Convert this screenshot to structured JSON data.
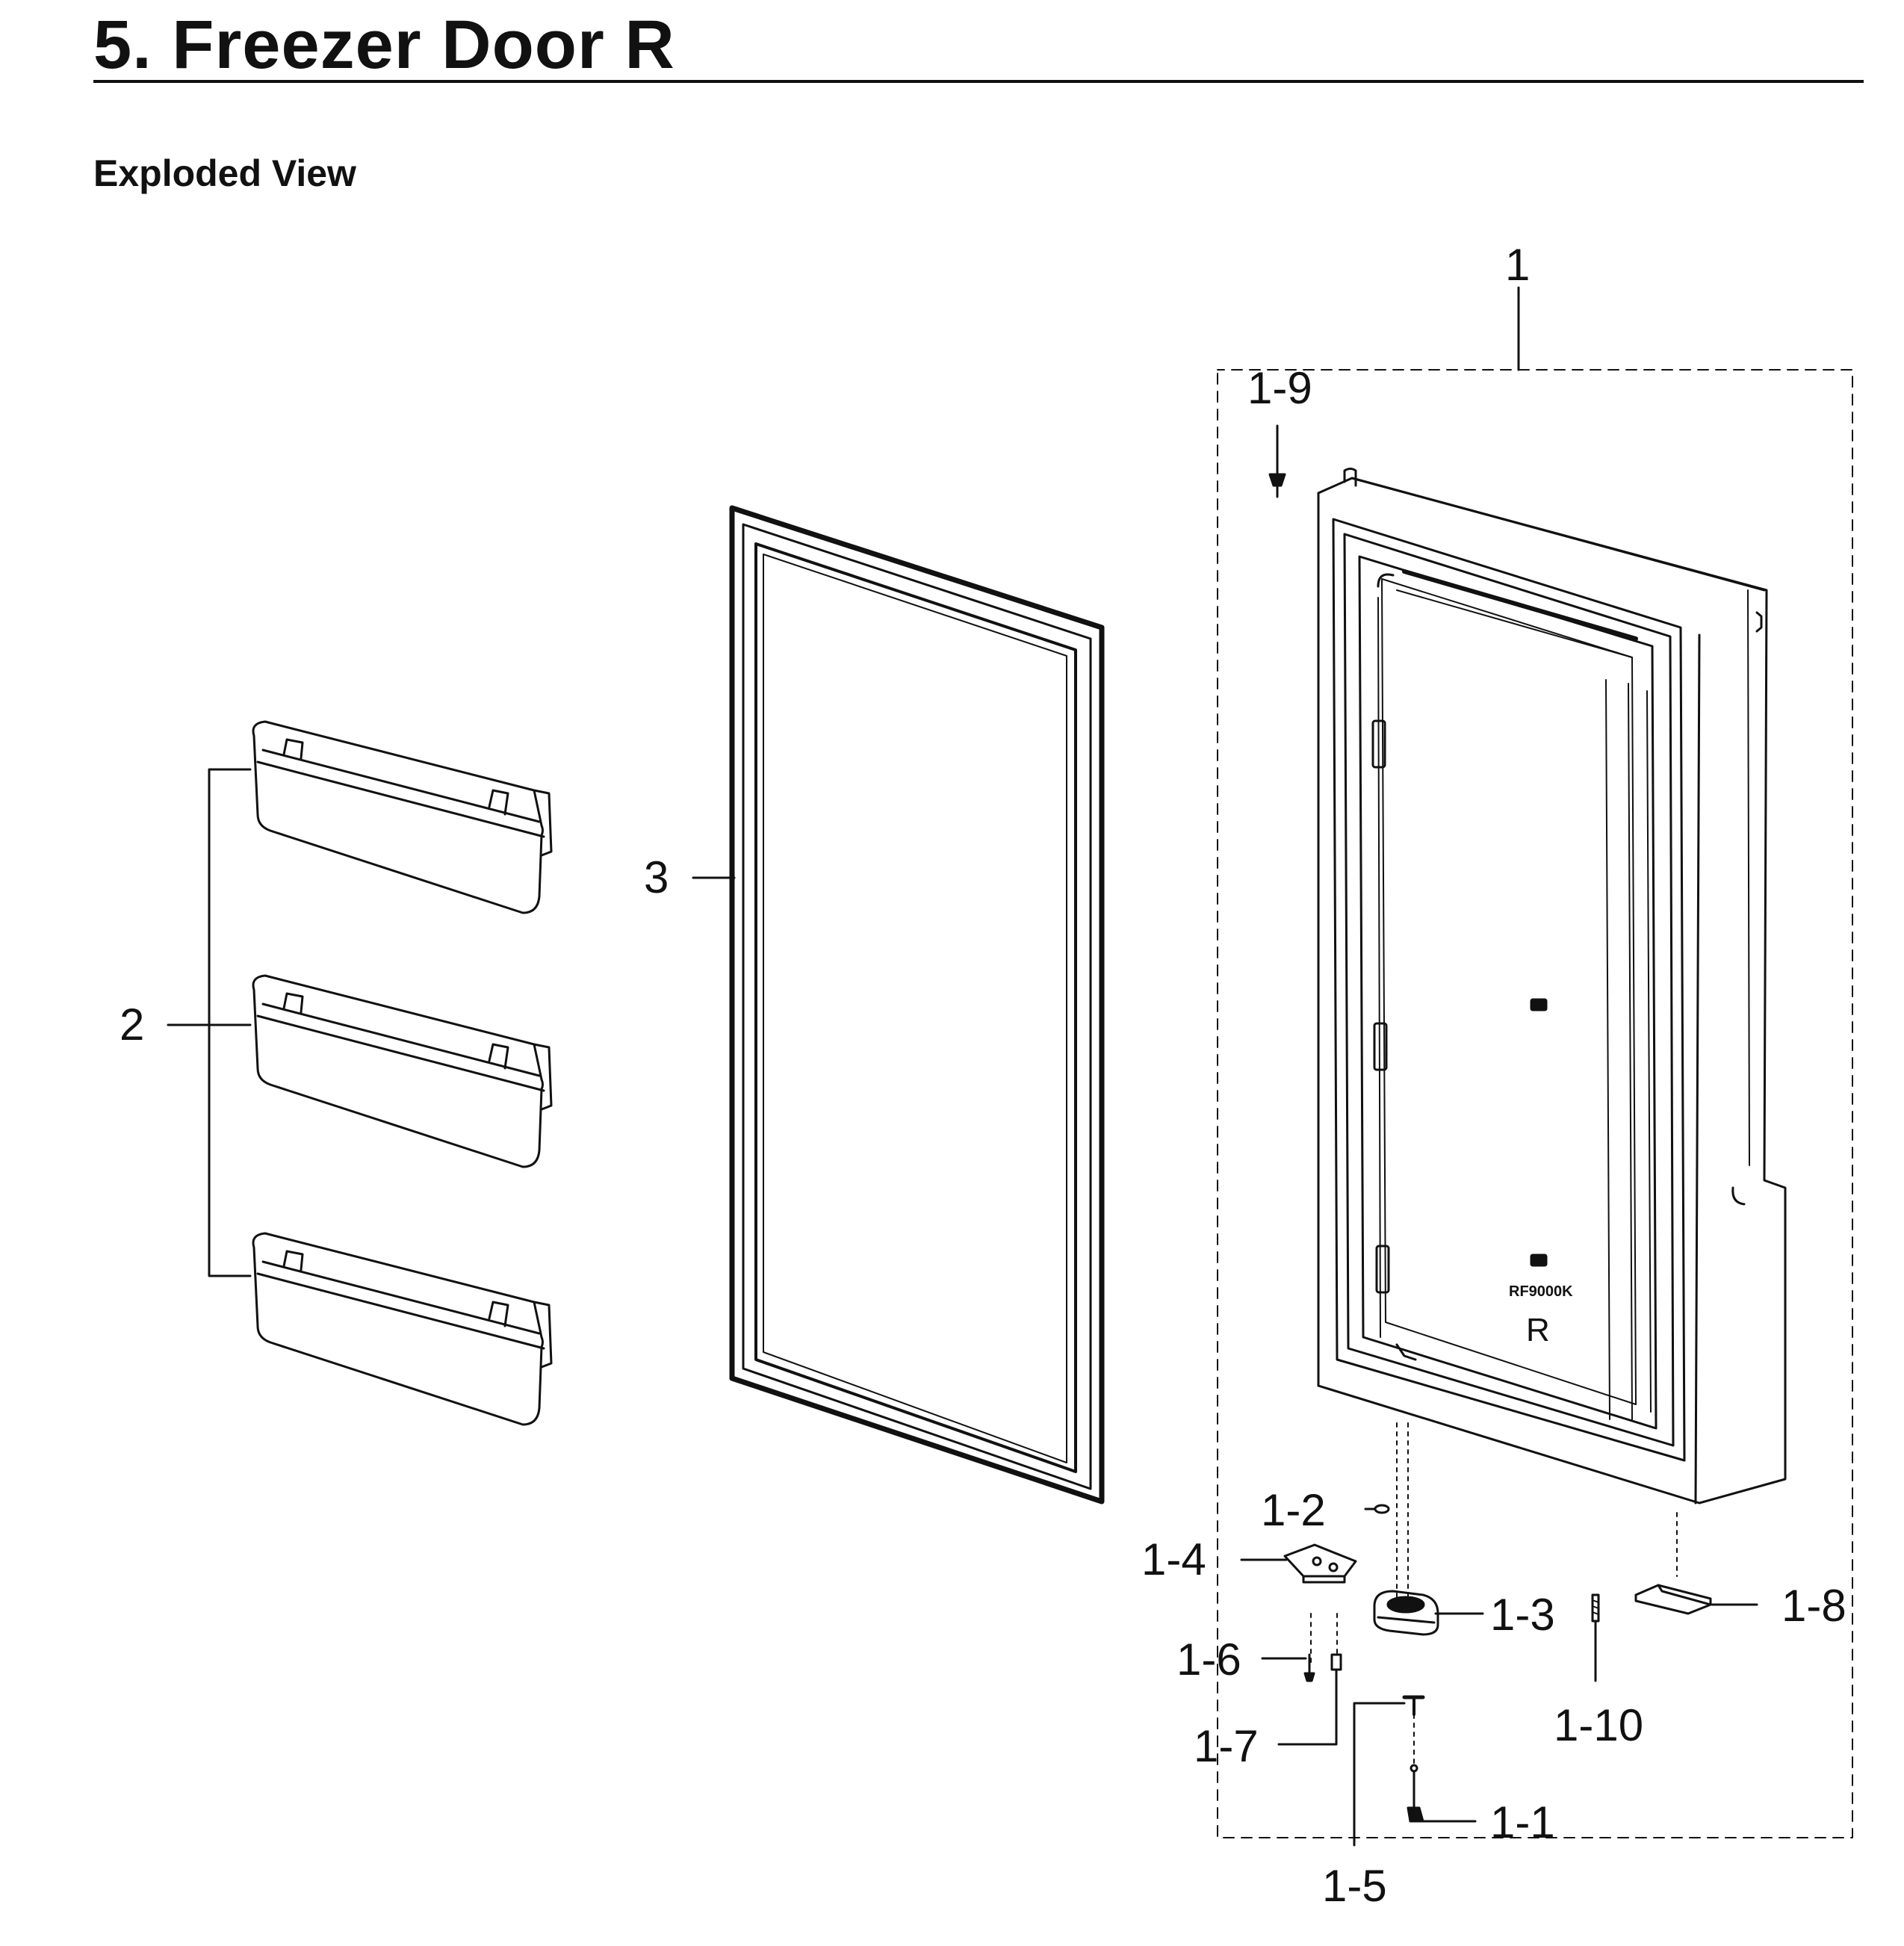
{
  "header": {
    "title": "5.  Freezer Door R",
    "section": "Exploded View"
  },
  "door_markings": {
    "model": "RF9000K",
    "side": "R"
  },
  "callouts": [
    {
      "id": "c1",
      "text": "1"
    },
    {
      "id": "c19",
      "text": "1-9"
    },
    {
      "id": "c2",
      "text": "2"
    },
    {
      "id": "c3",
      "text": "3"
    },
    {
      "id": "c12",
      "text": "1-2"
    },
    {
      "id": "c14",
      "text": "1-4"
    },
    {
      "id": "c13",
      "text": "1-3"
    },
    {
      "id": "c18",
      "text": "1-8"
    },
    {
      "id": "c16",
      "text": "1-6"
    },
    {
      "id": "c17",
      "text": "1-7"
    },
    {
      "id": "c110",
      "text": "1-10"
    },
    {
      "id": "c11",
      "text": "1-1"
    },
    {
      "id": "c15",
      "text": "1-5"
    }
  ],
  "colors": {
    "line": "#111111",
    "background": "#ffffff"
  }
}
